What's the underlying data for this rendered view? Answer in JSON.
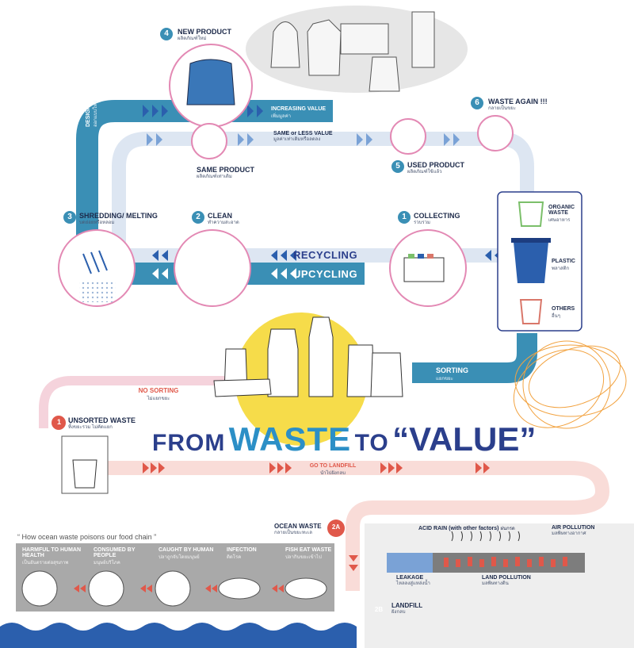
{
  "hero": {
    "part1": "FROM",
    "part2": "WASTE",
    "part3": "TO",
    "part4": "“VALUE”"
  },
  "steps": {
    "s1": {
      "num": "1",
      "label": "COLLECTING",
      "sub": "รวบรวม"
    },
    "s2": {
      "num": "2",
      "label": "CLEAN",
      "sub": "ทำความสะอาด"
    },
    "s3": {
      "num": "3",
      "label": "SHREDDING/ MELTING",
      "sub": "บดย่อยหรือหลอม"
    },
    "s4": {
      "num": "4",
      "label": "NEW PRODUCT",
      "sub": "ผลิตภัณฑ์ใหม่"
    },
    "s5": {
      "num": "5",
      "label": "USED PRODUCT",
      "sub": "ผลิตภัณฑ์ใช้แล้ว"
    },
    "s6": {
      "num": "6",
      "label": "WASTE AGAIN !!!",
      "sub": "กลายเป็นขยะ"
    }
  },
  "flows": {
    "recycling": "RECYCLING",
    "upcycling": "UPCYCLING",
    "increasing_value": "INCREASING VALUE",
    "increasing_value_sub": "เพิ่มมูลค่า",
    "same_or_less": "SAME or LESS VALUE",
    "same_or_less_sub": "มูลค่าเท่าเดิมหรือลดลง",
    "same_product": "SAME PRODUCT",
    "same_product_sub": "ผลิตภัณฑ์เท่าเดิม",
    "design": "DESIGN",
    "design_sub": "ออกแบบใหม่",
    "sorting": "SORTING",
    "sorting_sub": "แยกขยะ",
    "no_sorting": "NO SORTING",
    "no_sorting_sub": "ไม่แยกขยะ",
    "go_to_landfill": "GO TO LANDFILL",
    "go_to_landfill_sub": "นำไปฝังกลบ"
  },
  "bins": {
    "organic": {
      "label": "ORGANIC WASTE",
      "sub": "เศษอาหาร",
      "color": "#7bbf6a"
    },
    "plastic": {
      "label": "PLASTIC",
      "sub": "พลาสติก",
      "color": "#2b5fad"
    },
    "others": {
      "label": "OTHERS",
      "sub": "อื่นๆ",
      "color": "#d9776a"
    }
  },
  "unsorted": {
    "num": "1",
    "label": "UNSORTED WASTE",
    "sub": "ทิ้งขยะรวม ไม่คัดแยก"
  },
  "ocean": {
    "num": "2A",
    "label": "OCEAN WASTE",
    "sub": "กลายเป็นขยะทะเล"
  },
  "landfill": {
    "num": "2B",
    "label": "LANDFILL",
    "sub": "ฝังกลบ"
  },
  "landfill_panel": {
    "acid_rain": "ACID RAIN (with other factors)",
    "acid_rain_sub": "ฝนกรด",
    "air_pollution": "AIR POLLUTION",
    "air_pollution_sub": "มลพิษทางอากาศ",
    "leakage": "LEAKAGE",
    "leakage_sub": "ไหลลงสู่แหล่งน้ำ",
    "land_pollution": "LAND POLLUTION",
    "land_pollution_sub": "มลพิษทางดิน"
  },
  "food_chain": {
    "title": "“ How ocean waste poisons our food chain ”",
    "items": [
      {
        "label": "HARMFUL TO HUMAN HEALTH",
        "sub": "เป็นอันตรายต่อสุขภาพ"
      },
      {
        "label": "CONSUMED BY PEOPLE",
        "sub": "มนุษย์บริโภค"
      },
      {
        "label": "CAUGHT BY HUMAN",
        "sub": "ปลาถูกจับโดยมนุษย์"
      },
      {
        "label": "INFECTION",
        "sub": "ติดโรค"
      },
      {
        "label": "FISH EAT WASTE",
        "sub": "ปลากินขยะเข้าไป"
      }
    ]
  },
  "colors": {
    "teal": "#3a8fb5",
    "navy": "#2b3f8c",
    "pink": "#e389b4",
    "red": "#e0584a",
    "yellow": "#f6dc4a",
    "gray": "#a9a9a9"
  }
}
